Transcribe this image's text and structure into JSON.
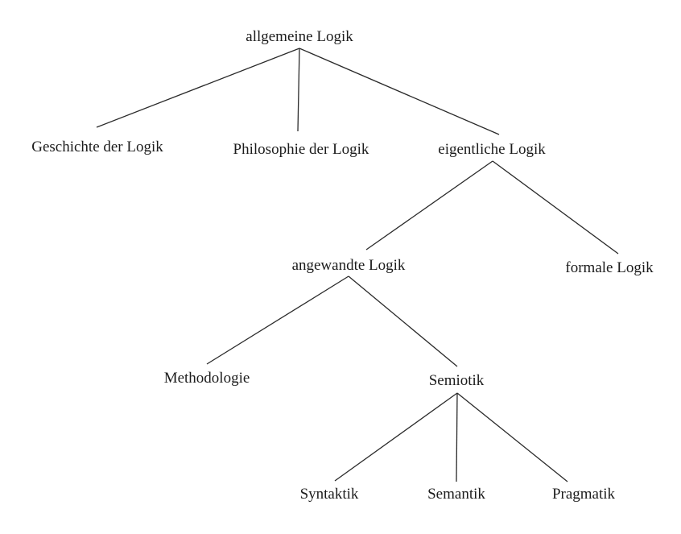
{
  "tree": {
    "root": "allgemeine Logik",
    "level1": {
      "history": "Geschichte der Logik",
      "philosophy": "Philosophie der Logik",
      "proper": "eigentliche Logik"
    },
    "level2": {
      "applied": "angewandte Logik",
      "formal": "formale Logik"
    },
    "level3": {
      "methodology": "Methodologie",
      "semiotics": "Semiotik"
    },
    "level4": {
      "syntactics": "Syntaktik",
      "semantics": "Semantik",
      "pragmatics": "Pragmatik"
    }
  },
  "colors": {
    "line": "#2a2a2a",
    "text": "#1c1c1c",
    "background": "#ffffff"
  }
}
